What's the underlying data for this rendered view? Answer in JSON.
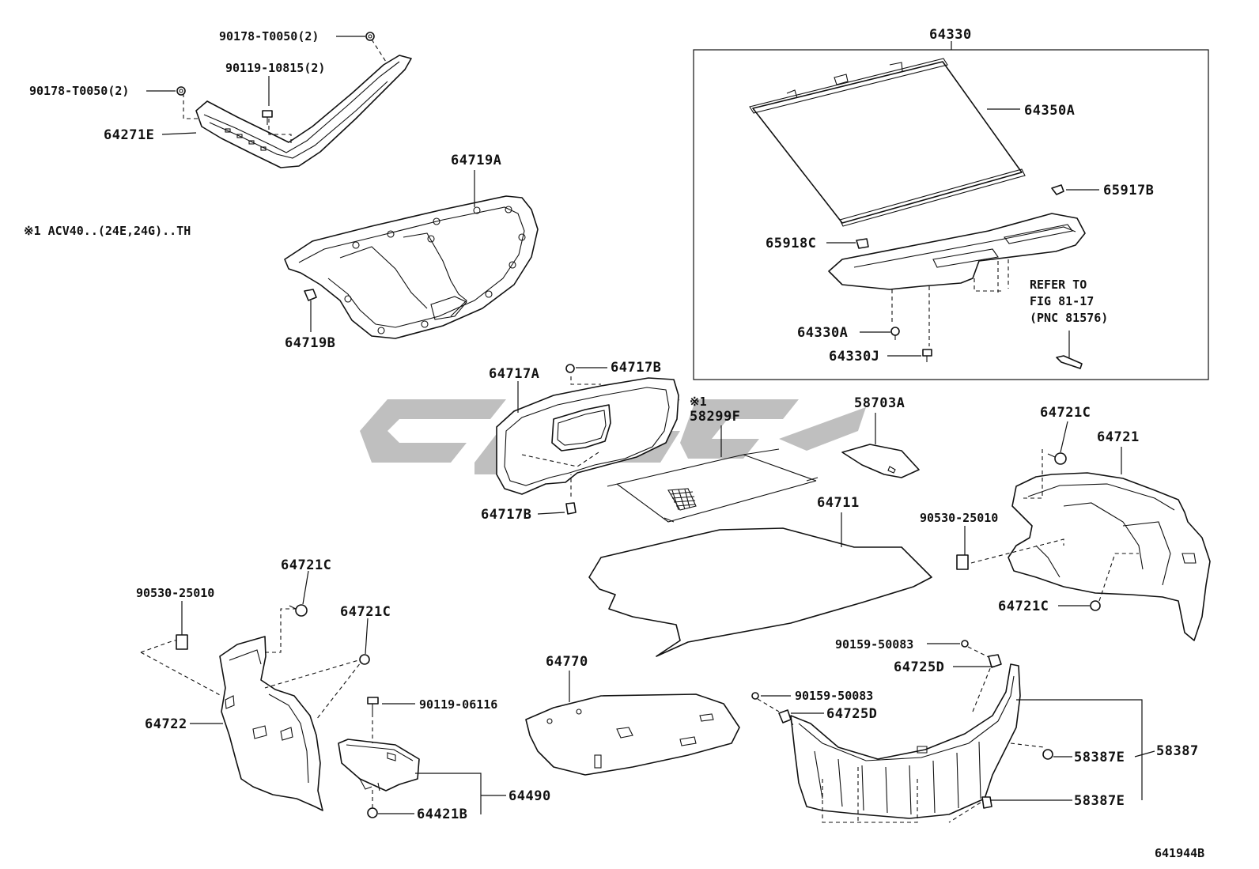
{
  "labels": {
    "l_90178_top": "90178-T0050(2)",
    "l_90119_10815": "90119-10815(2)",
    "l_90178_left": "90178-T0050(2)",
    "l_64271E": "64271E",
    "l_64719A": "64719A",
    "l_64719B": "64719B",
    "l_note": "※1  ACV40..(24E,24G)..TH",
    "l_64330": "64330",
    "l_64350A": "64350A",
    "l_65917B": "65917B",
    "l_65918C": "65918C",
    "l_64330A": "64330A",
    "l_64330J": "64330J",
    "l_refer1": "REFER TO",
    "l_refer2": "FIG 81-17",
    "l_refer3": "(PNC 81576)",
    "l_64717A": "64717A",
    "l_64717B_top": "64717B",
    "l_64717B_bot": "64717B",
    "l_note_mark": "※1",
    "l_58299F": "58299F",
    "l_58703A": "58703A",
    "l_64721C_r": "64721C",
    "l_64721": "64721",
    "l_90530_r": "90530-25010",
    "l_64721C_r2": "64721C",
    "l_64711": "64711",
    "l_64721C_l1": "64721C",
    "l_90530_l": "90530-25010",
    "l_64721C_l2": "64721C",
    "l_64722": "64722",
    "l_90119_06116": "90119-06116",
    "l_64490": "64490",
    "l_64421B": "64421B",
    "l_64770": "64770",
    "l_90159_a": "90159-50083",
    "l_64725D_a": "64725D",
    "l_90159_b": "90159-50083",
    "l_64725D_b": "64725D",
    "l_58387E_a": "58387E",
    "l_58387": "58387",
    "l_58387E_b": "58387E",
    "l_figure_no": "641944B"
  },
  "colors": {
    "line": "#111111",
    "watermark": "#8a8a8a",
    "background": "#ffffff"
  },
  "watermark": "CCG"
}
